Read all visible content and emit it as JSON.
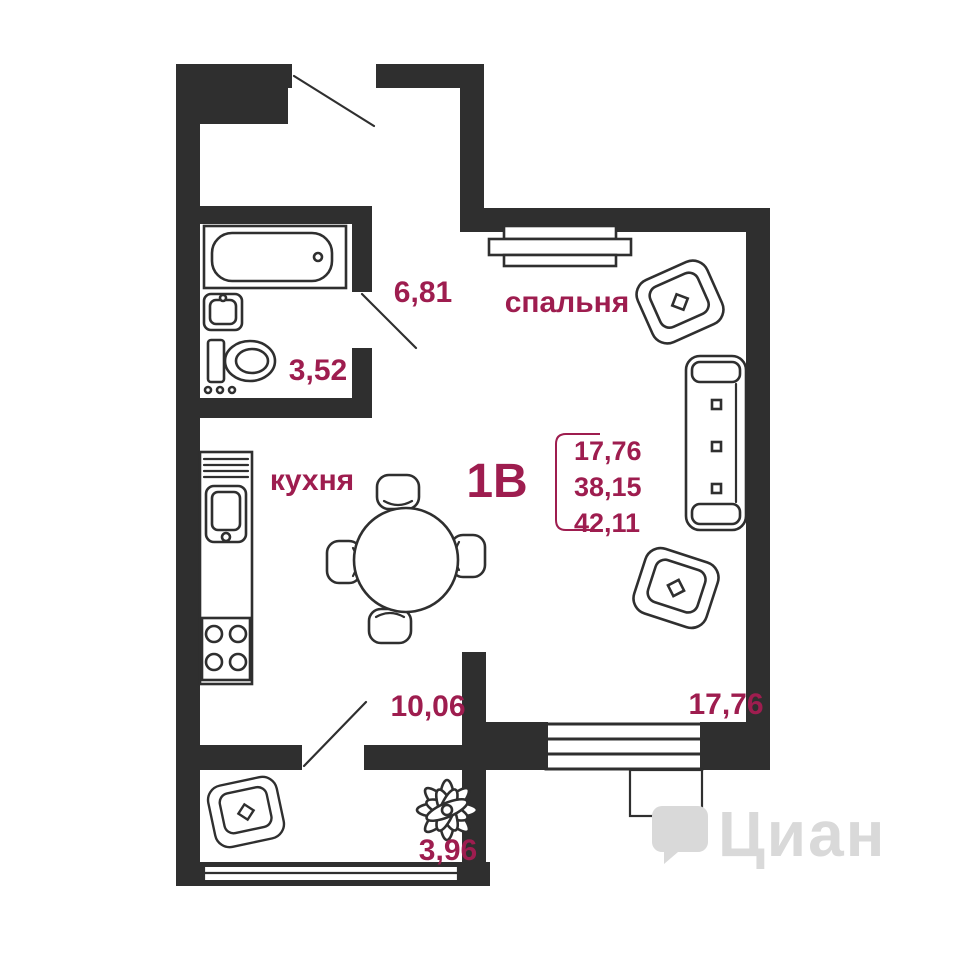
{
  "plan": {
    "title": "1В",
    "summary": {
      "values": [
        "17,76",
        "38,15",
        "42,11"
      ]
    },
    "rooms": {
      "hallway": {
        "area": "6,81"
      },
      "bathroom": {
        "area": "3,52"
      },
      "bedroom": {
        "label": "спальня",
        "area": "17,76"
      },
      "kitchen": {
        "label": "кухня",
        "area": "10,06"
      },
      "balcony": {
        "area": "3,96"
      }
    },
    "watermark": {
      "text": "Циан"
    },
    "colors": {
      "wall": "#2f2f2f",
      "accent": "#9e1d4f",
      "watermark": "#d9d9d9"
    }
  }
}
